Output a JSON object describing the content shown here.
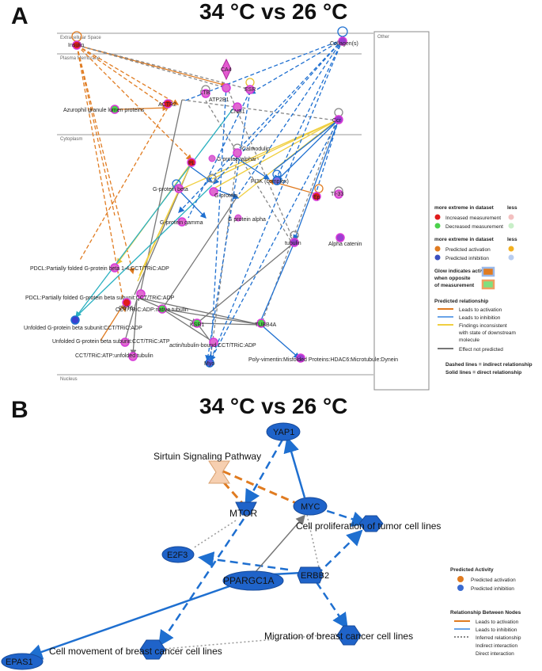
{
  "panels": {
    "a": {
      "letter": "A",
      "title": "34 °C vs 26 °C"
    },
    "b": {
      "letter": "B",
      "title": "34 °C vs 26 °C"
    }
  },
  "compartments": {
    "extracellular": "Extracellular Space",
    "plasma": "Plasma Membrane",
    "cytoplasm": "Cytoplasm",
    "nucleus": "Nucleus",
    "other": "Other"
  },
  "nodes_a": {
    "insulin": "Insulin",
    "collagen": "Collagen(s)",
    "ca": "CA4",
    "ltb": "LTB",
    "atp2b1": "ATP2B1",
    "esr": "ESR",
    "actr2": "ACTR2",
    "azurophil": "Azurophil granule lumen proteins",
    "cnb1": "CNB1",
    "ccr": "Ccr",
    "calmodulin": "Calmodulin",
    "pl": "PL",
    "gprot_alpha_i": "G protein alphai",
    "gprot_beta": "G-protein beta",
    "pi3k": "PI3K (complex)",
    "gprotein": "G-protein",
    "ep": "Ep",
    "ti33": "TI-33",
    "gprot_gamma": "G-protein gamma",
    "gprot_alpha": "G protein alpha",
    "tubulin": "tubulin",
    "alpha_catenin": "Alpha catenin",
    "pdcl1": "PDCL:Partially folded G-protein beta 1-4:CCT/TRiC:ADP",
    "pdcl2": "PDCL:Partially folded G-protein beta subunit:CCT/TRiC:ADP",
    "cct": "CCT6",
    "cct_native": "CCT/TRiC:ADP:native tubulin",
    "ksr1": "KSR1",
    "unfolded1": "Unfolded G-protein beta subunit:CCT/TRiC:ADP",
    "unfolded2": "Unfolded G-protein beta subunit:CCT/TRiC:ATP",
    "cct_unfolded": "CCT/TRiC:ATP:unfolded tubulin",
    "actin_tub": "actin/tubulin-bound CCT/TRiC:ADP",
    "tubb4a": "TUBB4A",
    "polyvim": "Poly-vimentin:Misfolded Proteins:HDAC6:Microtubule:Dynein",
    "myo": "Myo"
  },
  "legend_a": {
    "hdr1": "more extreme in dataset",
    "less1": "less",
    "inc": "Increased measurement",
    "dec": "Decreased measurement",
    "hdr2": "more extreme in dataset",
    "less2": "less",
    "pact": "Predicted activation",
    "pinh": "Predicted inhibition",
    "glow1": "Glow indicates activity",
    "glow2": "when opposite",
    "glow3": "of measurement",
    "pr_hdr": "Predicted relationship",
    "lta": "Leads to activation",
    "lti": "Leads to inhibition",
    "fi1": "Findings inconsistent",
    "fi2": "with state of downstream",
    "fi3": "molecule",
    "enp": "Effect not predicted",
    "dash": "Dashed lines = indirect relationship",
    "solid": "Solid lines = direct relationship"
  },
  "nodes_b": {
    "yap1": "YAP1",
    "sirtuin": "Sirtuin Signaling Pathway",
    "mtor": "MTOR",
    "myc": "MYC",
    "cellprolif": "Cell proliferation of tumor cell lines",
    "e2f3": "E2F3",
    "erbb2": "ERBB2",
    "pprgc1a": "PPARGC1A",
    "migration": "Migration of breast cancer cell lines",
    "cellmove": "Cell movement of breast cancer cell lines",
    "epas1": "EPAS1"
  },
  "legend_b": {
    "pa_hdr": "Predicted Activity",
    "pact": "Predicted activation",
    "pinh": "Predicted inhibition",
    "rel_hdr": "Relationship Between Nodes",
    "lta": "Leads to activation",
    "lti": "Leads to inhibition",
    "inf": "Inferred relationship",
    "ind": "Indirect interaction",
    "dir": "Direct interaction"
  },
  "colors": {
    "activation": "#e07b20",
    "inhibition": "#1e6fd0",
    "inconsistent": "#f2d040",
    "not_predicted": "#777777",
    "increased": "#e01c1c",
    "decreased": "#4bd14b",
    "node_fill_b": "#1f63c9",
    "magenta": "#d83ad8"
  }
}
